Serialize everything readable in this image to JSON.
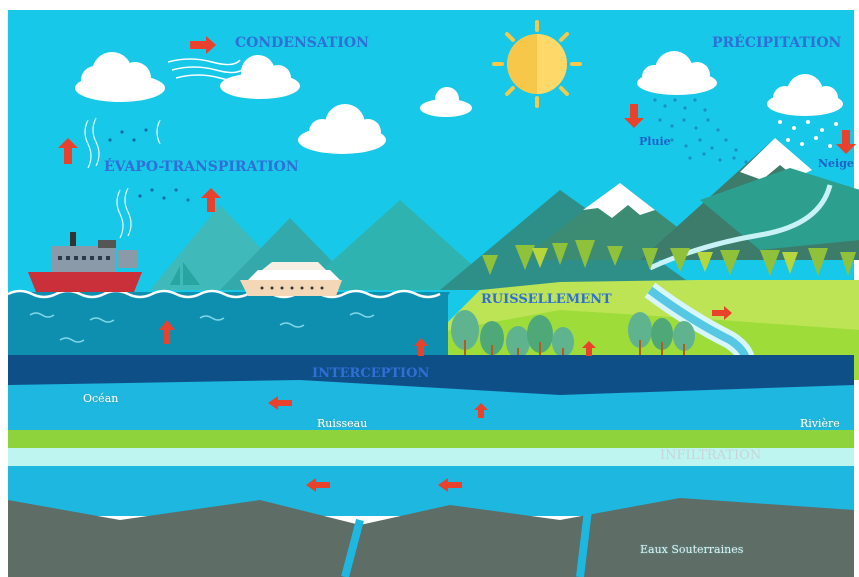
{
  "labels": {
    "condensation": "CONDENSATION",
    "precipitation": "PRÉCIPITATION",
    "evapo": "ÉVAPO-TRANSPIRATION",
    "pluie": "Pluie",
    "neige": "Neige",
    "ruissellement": "RUISSELLEMENT",
    "interception": "INTERCEPTION",
    "ocean": "Océan",
    "ruisseau": "Ruisseau",
    "riviere": "Rivière",
    "infiltration": "INFILTRATION",
    "eaux_souterraines": "Eaux Souterraines"
  },
  "colors": {
    "sky": "#18c8e8",
    "sea": "#0f8fb0",
    "arrow": "#e8412c",
    "label_blue": "#2f6fd6",
    "grass": "#9edc3a",
    "sun": "#f7c74a"
  }
}
